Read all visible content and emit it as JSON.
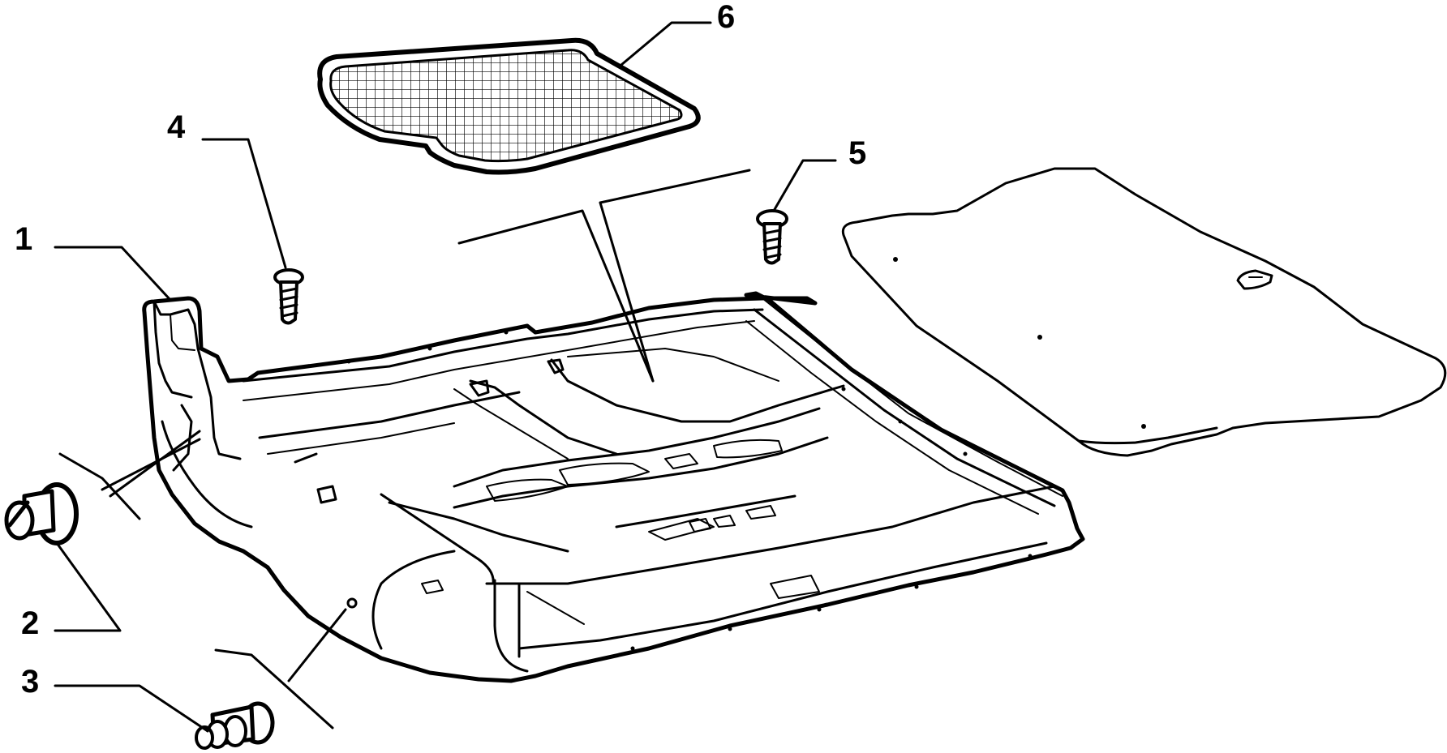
{
  "diagram": {
    "callouts": [
      {
        "id": "1",
        "label": "1"
      },
      {
        "id": "2",
        "label": "2"
      },
      {
        "id": "3",
        "label": "3"
      },
      {
        "id": "4",
        "label": "4"
      },
      {
        "id": "5",
        "label": "5"
      },
      {
        "id": "6",
        "label": "6"
      }
    ],
    "colors": {
      "ink": "#000000",
      "paper": "#ffffff"
    }
  }
}
